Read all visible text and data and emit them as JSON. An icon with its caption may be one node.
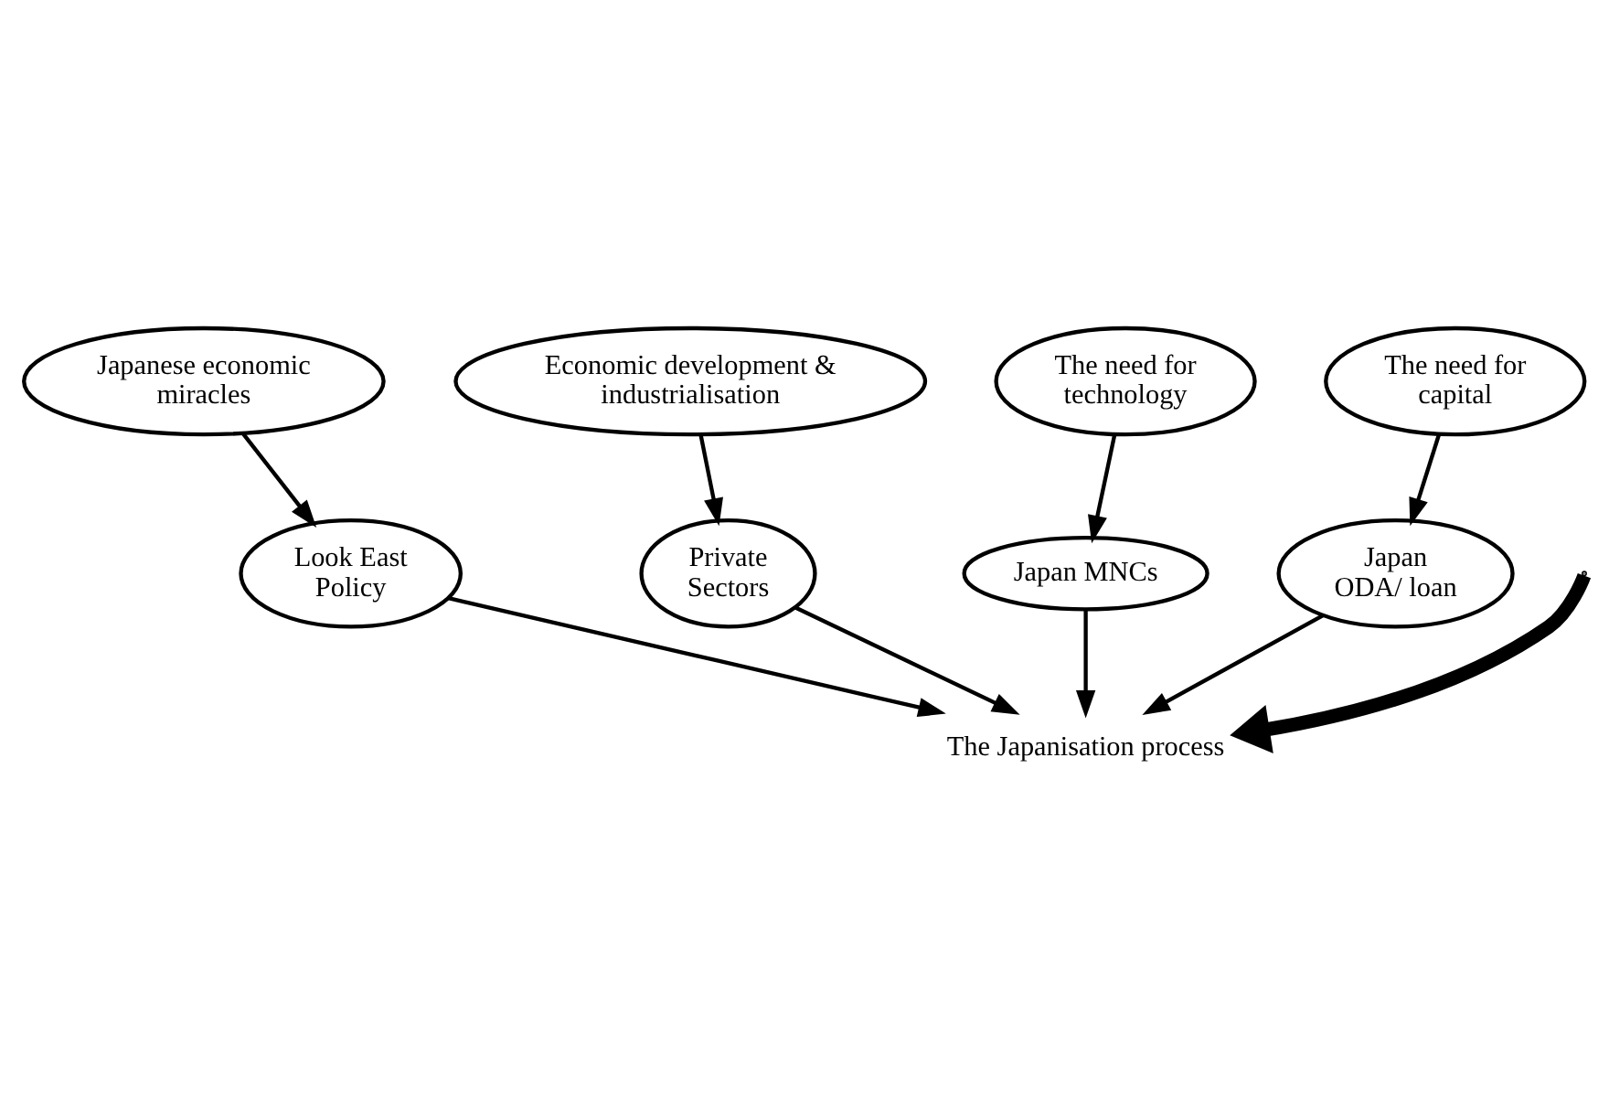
{
  "diagram": {
    "nodes": [
      {
        "text": [
          "Japanese economic",
          "miracles"
        ]
      },
      {
        "text": [
          "Economic development &",
          "industrialisation"
        ]
      },
      {
        "text": [
          "Look East",
          "Policy"
        ]
      },
      {
        "text": [
          "Private",
          "Sectors"
        ]
      },
      {
        "text": [
          "Japan MNCs"
        ]
      },
      {
        "text": [
          "Japan",
          "ODA/ loan"
        ]
      },
      {
        "text": [
          "The need for",
          "technology"
        ]
      },
      {
        "text": [
          "The need for",
          "capital"
        ]
      },
      {
        "text": [
          "The Japanisation process"
        ]
      }
    ],
    "edges": [
      {
        "from": 0,
        "to": 2,
        "arrow": "to"
      },
      {
        "from": 1,
        "to": 3,
        "arrow": "to"
      },
      {
        "from": 2,
        "to": 8,
        "arrow": "to"
      },
      {
        "from": 3,
        "to": 8,
        "arrow": "to"
      },
      {
        "from": null,
        "to": 8,
        "arrow": "to",
        "style": "thick"
      },
      {
        "from": 4,
        "to": 8,
        "arrow": "to"
      },
      {
        "from": 5,
        "to": 8,
        "arrow": "to"
      },
      {
        "from": 6,
        "to": 4,
        "arrow": "to"
      },
      {
        "from": 7,
        "to": 5,
        "arrow": "to"
      }
    ]
  }
}
